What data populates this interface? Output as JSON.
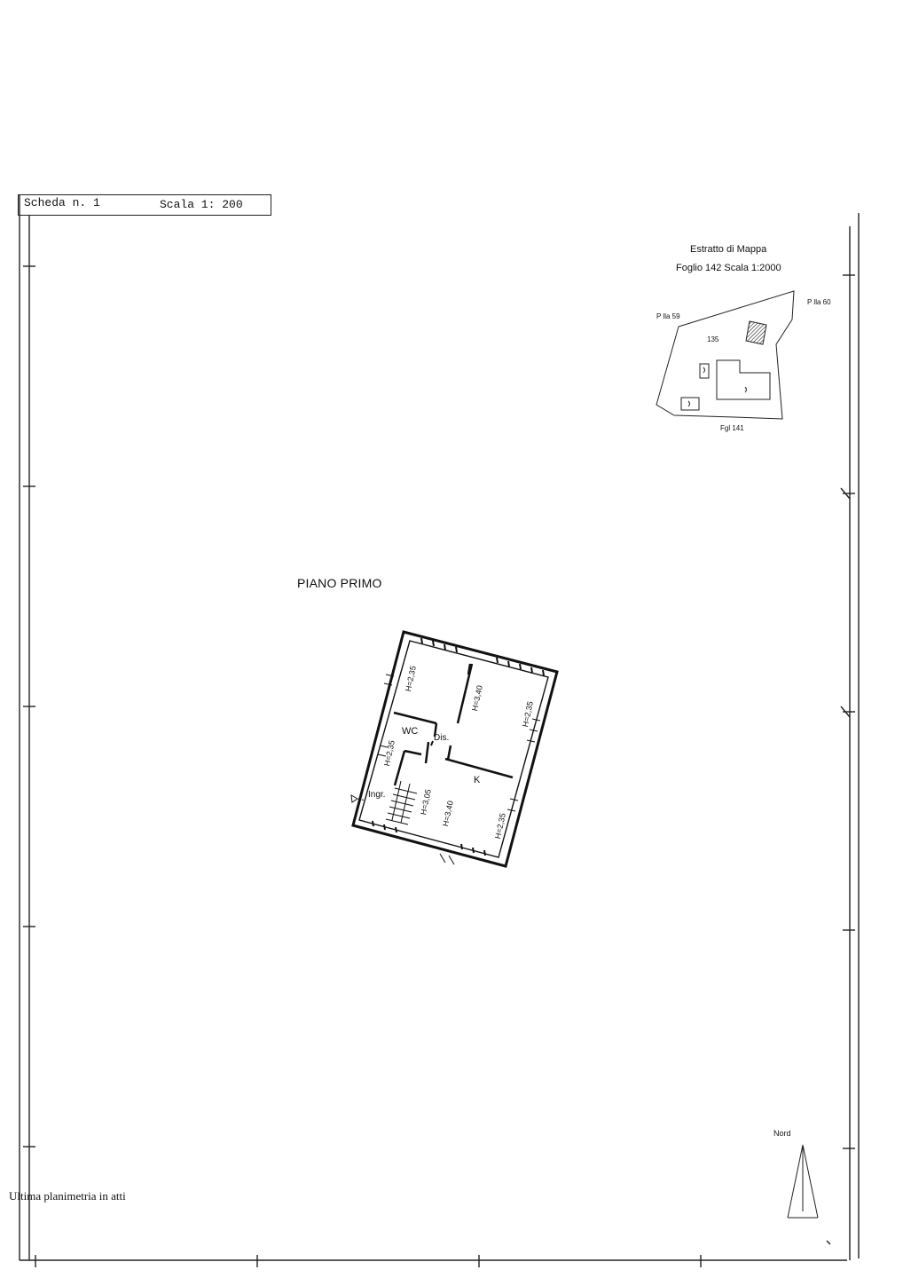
{
  "header": {
    "scheda": "Scheda n. 1",
    "scala": "Scala 1: 200"
  },
  "map_extract": {
    "title": "Estratto di Mappa",
    "foglio": "Foglio 142 Scala 1:2000",
    "plla_59": "P lla 59",
    "plla_60": "P lla 60",
    "parcel": "135",
    "fgl_141": "Fgl 141"
  },
  "floor_plan": {
    "title": "PIANO PRIMO",
    "rooms": {
      "wc": "WC",
      "dis": "Dis.",
      "k": "K",
      "ingr": "Ingr."
    },
    "heights": {
      "h1": "H=2,35",
      "h2": "H=3,40",
      "h3": "H=2,35",
      "h4": "H=2,35",
      "h5": "H=3,05",
      "h6": "H=3,40",
      "h7": "H=2,35"
    }
  },
  "compass": {
    "label": "Nord"
  },
  "footer": {
    "note": "Ultima planimetria in atti"
  }
}
